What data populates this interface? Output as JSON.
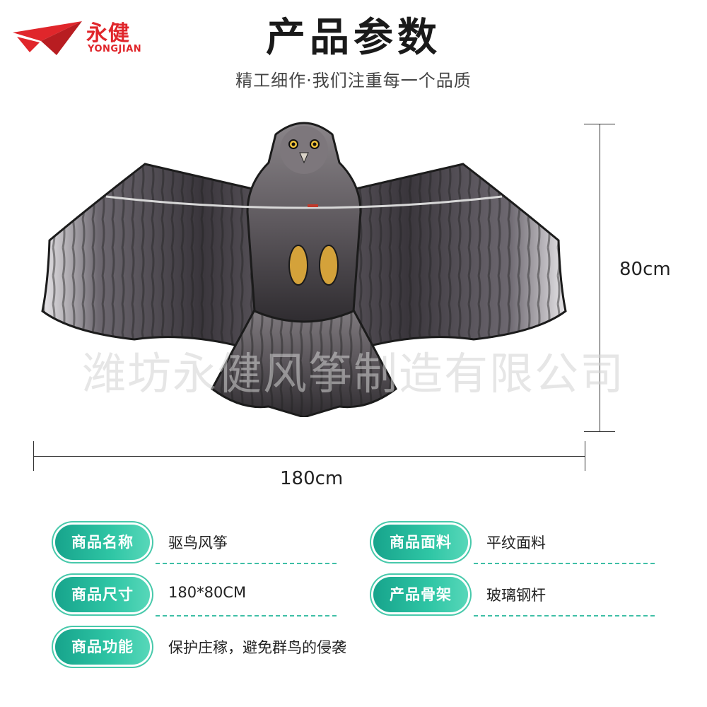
{
  "brand": {
    "name_cn": "永健",
    "name_en": "YONGJIAN",
    "color": "#e0262b"
  },
  "header": {
    "title": "产品参数",
    "subtitle": "精工细作·我们注重每一个品质"
  },
  "product_image": {
    "icon": "eagle-kite",
    "width_label": "180cm",
    "height_label": "80cm",
    "watermark": "潍坊永健风筝制造有限公司"
  },
  "specs": [
    {
      "label": "商品名称",
      "value": "驱鸟风筝"
    },
    {
      "label": "商品面料",
      "value": "平纹面料"
    },
    {
      "label": "商品尺寸",
      "value": "180*80CM"
    },
    {
      "label": "产品骨架",
      "value": "玻璃钢杆"
    },
    {
      "label": "商品功能",
      "value": "保护庄稼，避免群鸟的侵袭"
    }
  ],
  "colors": {
    "accent": "#2fc6a5",
    "accent_dark": "#17a48c"
  }
}
